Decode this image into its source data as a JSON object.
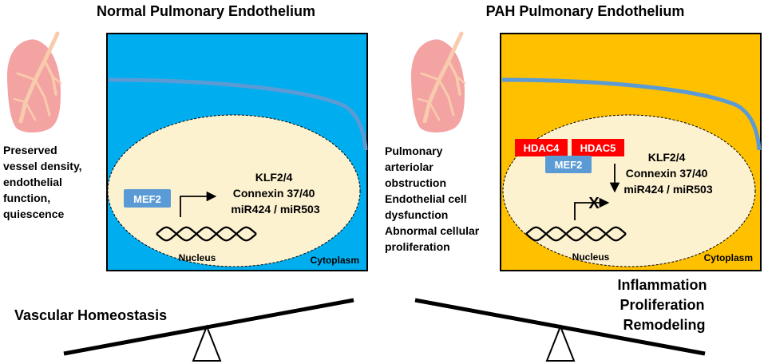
{
  "colors": {
    "normal_cytoplasm": "#00AEEF",
    "pah_cytoplasm": "#FFC000",
    "nucleus": "#FDF2D0",
    "mef2_box": "#5B9BD5",
    "hdac_box": "#FF0000",
    "membrane_line": "#5B9BD5",
    "lung": "#F4A3A3",
    "bronchi": "#F8CBAD"
  },
  "normal": {
    "title": "Normal Pulmonary Endothelium",
    "description": [
      "Preserved",
      "vessel density,",
      "endothelial",
      "function,",
      "quiescence"
    ],
    "mef2": "MEF2",
    "targets": [
      "KLF2/4",
      "Connexin 37/40",
      "miR424 / miR503"
    ],
    "nucleus_label": "Nucleus",
    "cytoplasm_label": "Cytoplasm",
    "outcome": "Vascular Homeostasis"
  },
  "pah": {
    "title": "PAH Pulmonary Endothelium",
    "description": [
      "Pulmonary",
      "arteriolar",
      "obstruction",
      "Endothelial cell",
      "dysfunction",
      "Abnormal cellular",
      "proliferation"
    ],
    "hdac4": "HDAC4",
    "hdac5": "HDAC5",
    "mef2": "MEF2",
    "targets": [
      "KLF2/4",
      "Connexin 37/40",
      "miR424 / miR503"
    ],
    "block_mark": "X",
    "nucleus_label": "Nucleus",
    "cytoplasm_label": "Cytoplasm",
    "outcome": [
      "Inflammation",
      "Proliferation",
      "Remodeling"
    ]
  }
}
